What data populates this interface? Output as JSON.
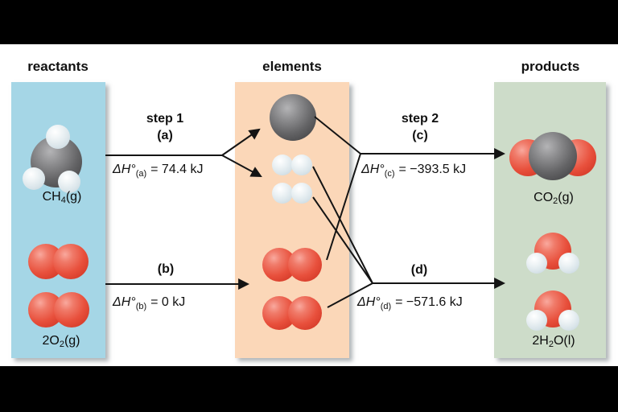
{
  "headers": {
    "reactants": "reactants",
    "elements": "elements",
    "products": "products"
  },
  "steps": {
    "a": {
      "title": "step 1",
      "tag": "(a)",
      "dh": {
        "symbol": "ΔH°",
        "sub": "(a)",
        "value": "= 74.4 kJ"
      }
    },
    "b": {
      "tag": "(b)",
      "dh": {
        "symbol": "ΔH°",
        "sub": "(b)",
        "value": "= 0 kJ"
      }
    },
    "c": {
      "title": "step 2",
      "tag": "(c)",
      "dh": {
        "symbol": "ΔH°",
        "sub": "(c)",
        "value": "= −393.5 kJ"
      }
    },
    "d": {
      "tag": "(d)",
      "dh": {
        "symbol": "ΔH°",
        "sub": "(d)",
        "value": "= −571.6 kJ"
      }
    }
  },
  "species": {
    "methane": {
      "pre": "CH",
      "sub": "4",
      "post": "(g)"
    },
    "oxygen_reactant": {
      "pre": "2O",
      "sub": "2",
      "post": "(g)"
    },
    "carbon_dioxide": {
      "pre": "CO",
      "sub": "2",
      "post": "(g)"
    },
    "water": {
      "pre": "2H",
      "sub": "2",
      "post": "O(l)"
    }
  },
  "colors": {
    "reactants_bg": "#a5d6e6",
    "elements_bg": "#fbd7b8",
    "products_bg": "#cddcc9",
    "oxygen_atom": "#e8503c",
    "carbon_atom": "#58585a",
    "hydrogen_atom": "#dde9ee",
    "line_color": "#141414"
  }
}
